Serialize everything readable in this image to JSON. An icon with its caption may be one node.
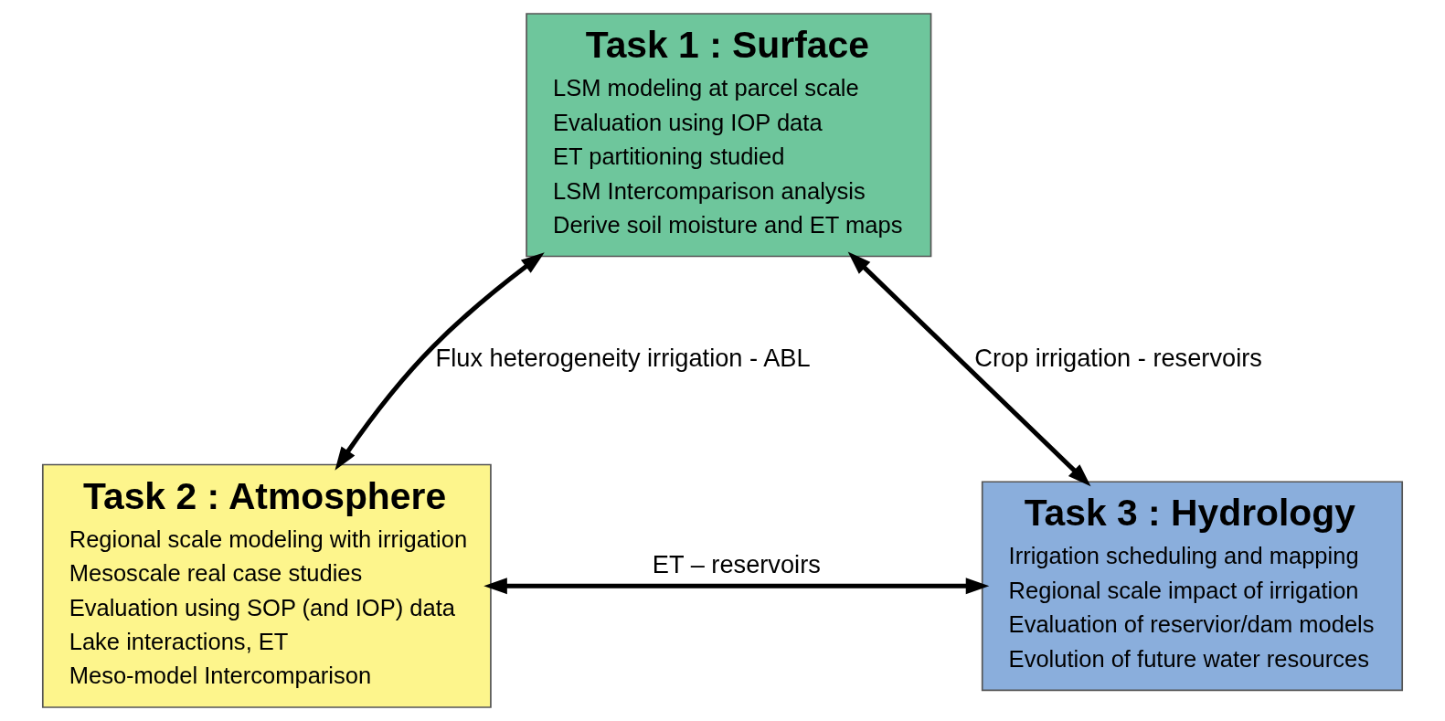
{
  "diagram": {
    "nodes": [
      {
        "text": [
          "Task 1 : Surface",
          "LSM modeling at parcel scale",
          "Evaluation using IOP data",
          "ET partitioning studied",
          "LSM Intercomparison analysis",
          "Derive soil moisture and ET maps"
        ]
      },
      {
        "text": [
          "Task 2 : Atmosphere",
          "Regional scale modeling with irrigation",
          "Mesoscale real case studies",
          "Evaluation using SOP (and IOP) data",
          "Lake interactions, ET",
          "Meso-model Intercomparison"
        ]
      },
      {
        "text": [
          "Task 3 : Hydrology",
          "Irrigation scheduling and mapping",
          "Regional scale impact of irrigation",
          "Evaluation of reservior/dam models",
          "Evolution of future water resources"
        ]
      }
    ],
    "edges": [
      {
        "from": 0,
        "to": 1,
        "arrow": "both",
        "label": "Flux heterogeneity irrigation - ABL"
      },
      {
        "from": 0,
        "to": 2,
        "arrow": "both",
        "label": "Crop irrigation - reservoirs"
      },
      {
        "from": 1,
        "to": 2,
        "arrow": "both",
        "label": "ET – reservoirs"
      }
    ]
  }
}
